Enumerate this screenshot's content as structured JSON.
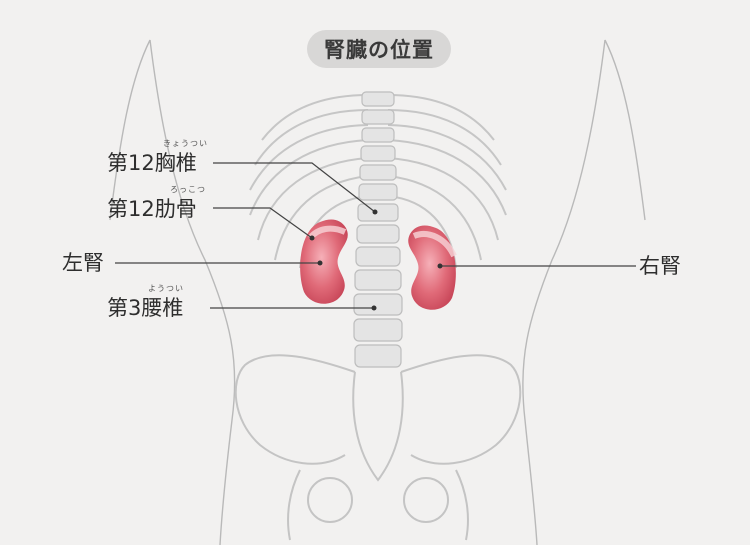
{
  "title": "腎臓の位置",
  "labels": {
    "thoracic12": {
      "text": "第12胸椎",
      "ruby": "きょうつい"
    },
    "rib12": {
      "text": "第12肋骨",
      "ruby": "ろっこつ"
    },
    "left_kidney": {
      "text": "左腎"
    },
    "lumbar3": {
      "text": "第3腰椎",
      "ruby": "ようつい"
    },
    "right_kidney": {
      "text": "右腎"
    }
  },
  "colors": {
    "background": "#f2f1f0",
    "body_outline": "#b9b9b9",
    "bone": "#cfcfcf",
    "kidney": "#e06a78",
    "kidney_highlight": "#f2b5bd",
    "leader_line": "#444444"
  }
}
